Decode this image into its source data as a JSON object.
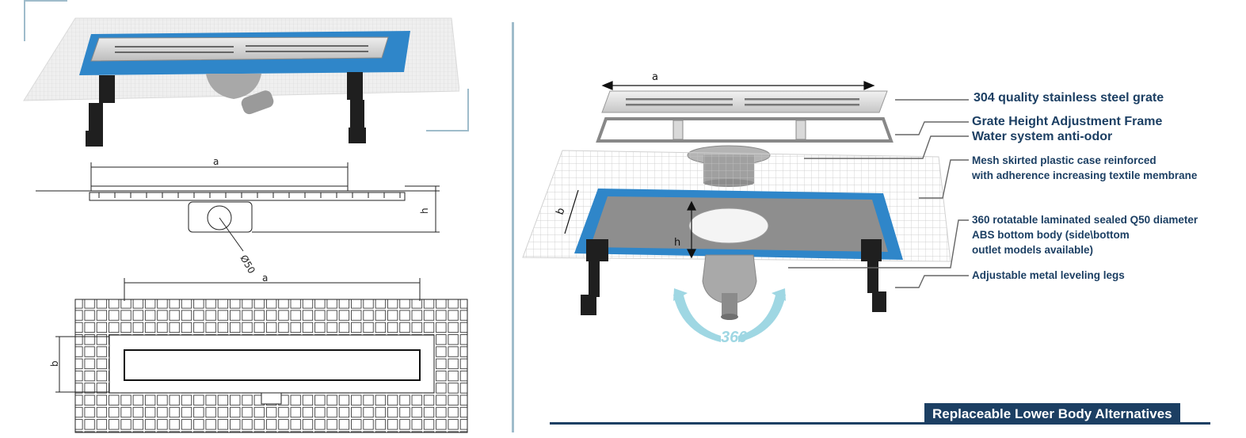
{
  "drawings": {
    "dimension_a": "a",
    "dimension_b": "b",
    "dimension_h": "h",
    "dimension_diameter": "Ø50"
  },
  "exploded_view": {
    "dimension_a": "a",
    "dimension_b": "b",
    "dimension_h": "h",
    "rotation_label": "360°",
    "callouts": [
      "304 quality stainless steel grate",
      "Grate Height Adjustment Frame",
      "Water system anti-odor",
      "Mesh skirted plastic case reinforced",
      "with adherence increasing textile membrane",
      "360 rotatable laminated sealed Q50 diameter",
      "ABS bottom body (side\\bottom",
      "outlet models available)",
      "Adjustable metal leveling legs"
    ]
  },
  "footer": {
    "banner": "Replaceable Lower Body Alternatives"
  },
  "colors": {
    "accent_navy": "#1c3f63",
    "frame_teal": "#9fbccb",
    "membrane_blue": "#2f86c9",
    "rotation_arrow": "#9fd7e3"
  }
}
